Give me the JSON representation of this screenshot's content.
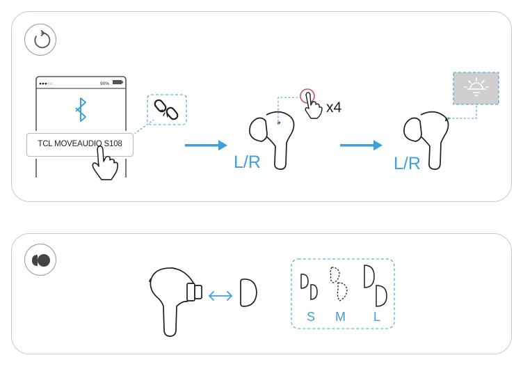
{
  "reset_panel": {
    "reset_icon": "reset-icon",
    "phone": {
      "status_signal": "●●●○○",
      "status_battery": "90%",
      "bluetooth_icon": "bluetooth-icon",
      "device_name": "TCL MOVEAUDIO S108",
      "unpair_icon": "unlink-icon"
    },
    "step2": {
      "tap_count": "x4",
      "side_label": "L/R"
    },
    "step3": {
      "side_label": "L/R",
      "light_icon": "led-light-icon"
    },
    "colors": {
      "accent": "#3ea0d8",
      "tap_circle": "#c8506a",
      "led_box": "#cfcfcf"
    }
  },
  "eartips_panel": {
    "eartip_icon": "eartip-icon",
    "swap_icon": "double-arrow-icon",
    "sizes": [
      "S",
      "M",
      "L"
    ]
  }
}
